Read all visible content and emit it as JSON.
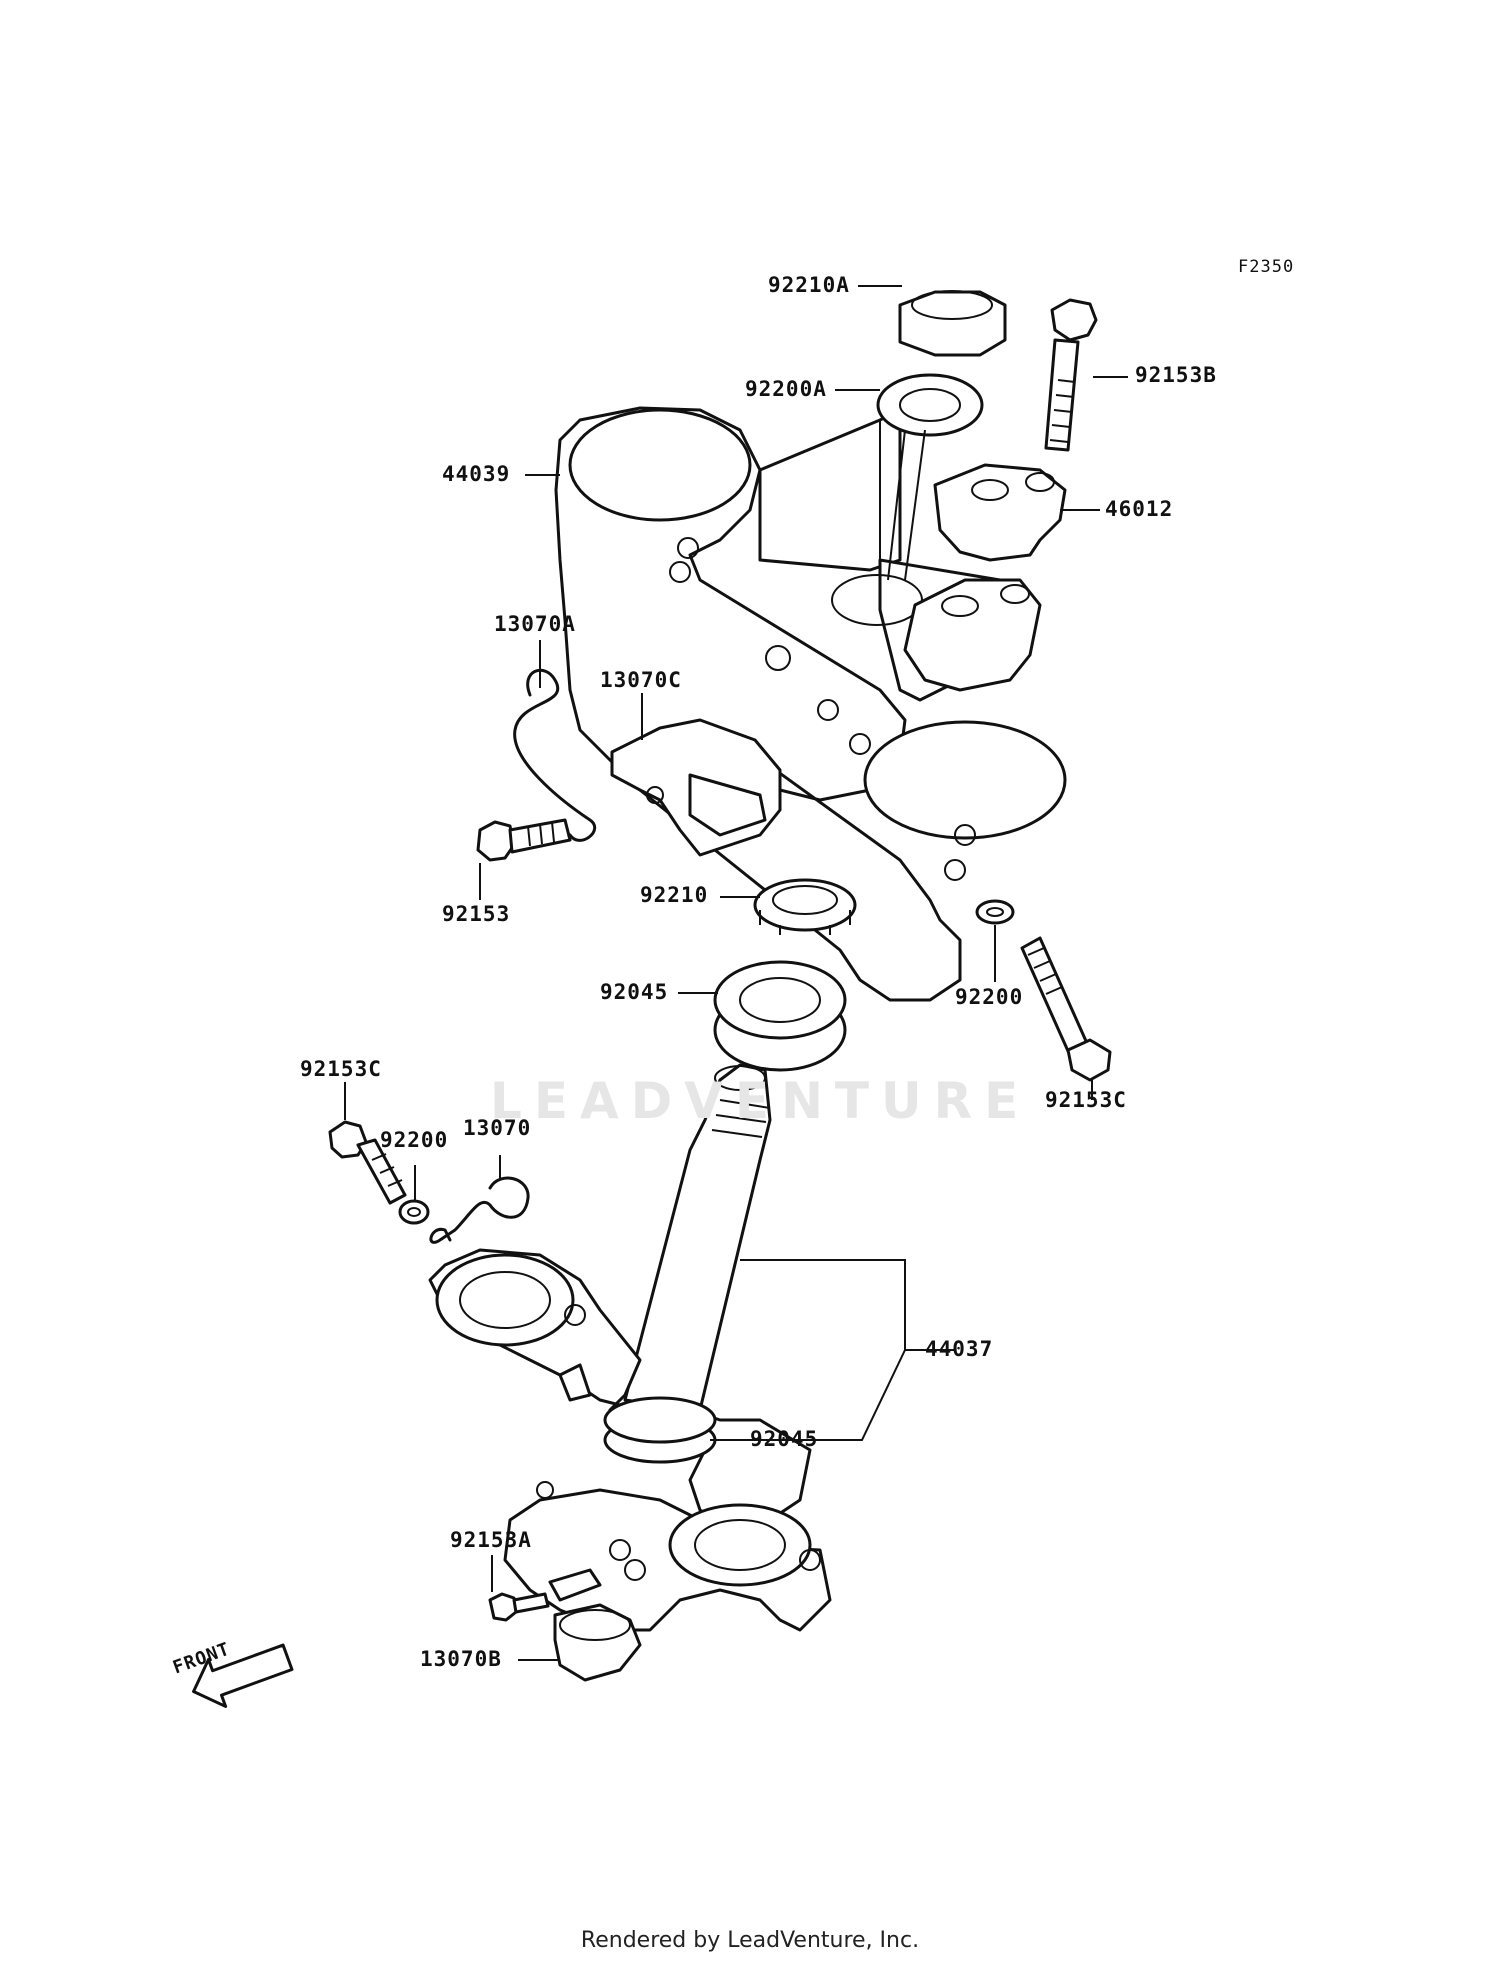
{
  "figure_code": "F2350",
  "watermark": "LEADVENTURE",
  "footer": "Rendered by LeadVenture, Inc.",
  "front_marker": "FRONT",
  "labels": {
    "p92210A": "92210A",
    "p92200A": "92200A",
    "p92153B": "92153B",
    "p44039": "44039",
    "p46012": "46012",
    "p13070A": "13070A",
    "p13070C": "13070C",
    "p92153": "92153",
    "p92210": "92210",
    "p92045_top": "92045",
    "p92200_right": "92200",
    "p92153C_right": "92153C",
    "p92153C_left": "92153C",
    "p92200_left": "92200",
    "p13070": "13070",
    "p44037": "44037",
    "p92045_bottom": "92045",
    "p92153A": "92153A",
    "p13070B": "13070B"
  }
}
